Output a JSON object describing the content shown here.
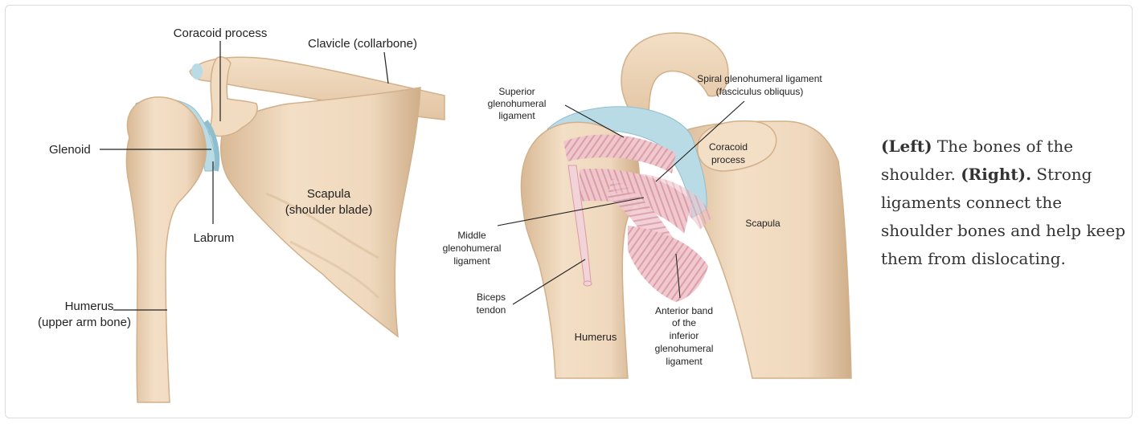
{
  "left_diagram": {
    "labels": {
      "coracoid_process": "Coracoid process",
      "clavicle": "Clavicle (collarbone)",
      "glenoid": "Glenoid",
      "scapula_line1": "Scapula",
      "scapula_line2": "(shoulder blade)",
      "labrum": "Labrum",
      "humerus_line1": "Humerus",
      "humerus_line2": "(upper arm bone)"
    }
  },
  "right_diagram": {
    "labels": {
      "superior_line1": "Superior",
      "superior_line2": "glenohumeral",
      "superior_line3": "ligament",
      "spiral_line1": "Spiral glenohumeral ligament",
      "spiral_line2": "(fasciculus obliquus)",
      "coracoid_line1": "Coracoid",
      "coracoid_line2": "process",
      "scapula": "Scapula",
      "middle_line1": "Middle",
      "middle_line2": "glenohumeral",
      "middle_line3": "ligament",
      "biceps_line1": "Biceps",
      "biceps_line2": "tendon",
      "humerus": "Humerus",
      "anterior_line1": "Anterior band",
      "anterior_line2": "of the",
      "anterior_line3": "inferior",
      "anterior_line4": "glenohumeral",
      "anterior_line5": "ligament"
    }
  },
  "caption": {
    "left_bold": "(Left)",
    "left_text": " The bones of the shoulder. ",
    "right_bold": "(Right).",
    "right_text": " Strong ligaments connect the shoulder bones and help keep them from dislocating."
  },
  "colors": {
    "bone": "#efd8bd",
    "bone_shadow": "#d9b995",
    "cartilage": "#b9dbe6",
    "ligament": "#eab9c0",
    "ligament_stripe": "#d590a0"
  }
}
